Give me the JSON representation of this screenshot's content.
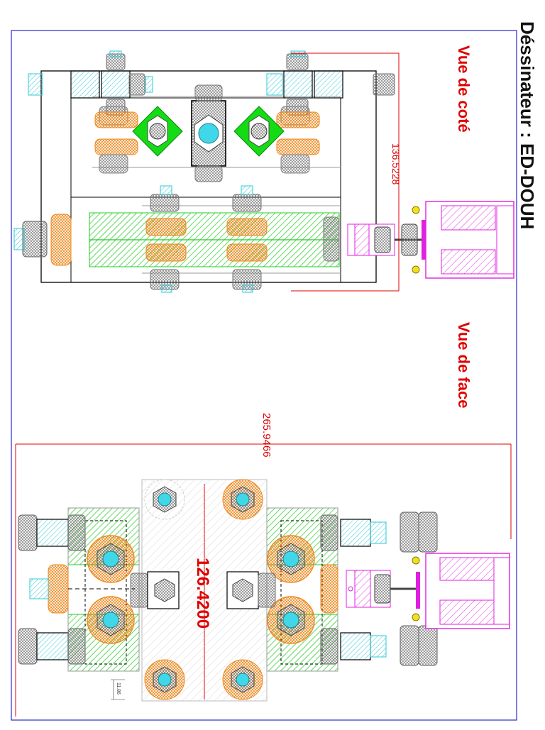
{
  "drawing": {
    "author_label": "Déssinateur : ED-DOUH",
    "views": {
      "side": {
        "title": "Vue de coté",
        "dimension": "136.5228"
      },
      "front": {
        "title": "Vue de face",
        "dimension_width": "265.9466",
        "dimension_center": "126.4200",
        "dimension_small": "11.86"
      }
    }
  },
  "colors": {
    "border": "#2a2ad0",
    "dimension": "#e00000",
    "title": "#e00000",
    "frame": "#000000",
    "hatch_green": "#22cc22",
    "hatch_orange": "#ee8a22",
    "hatch_cyan": "#2ec8d8",
    "hatch_magenta": "#e020e0",
    "bearing_gray": "#9a9a9a",
    "nut_cyan_fill": "#40d8e8"
  },
  "icons": [
    "hex-nut-icon",
    "square-nut-icon",
    "shaft-coupling-icon",
    "stepper-motor-icon"
  ]
}
